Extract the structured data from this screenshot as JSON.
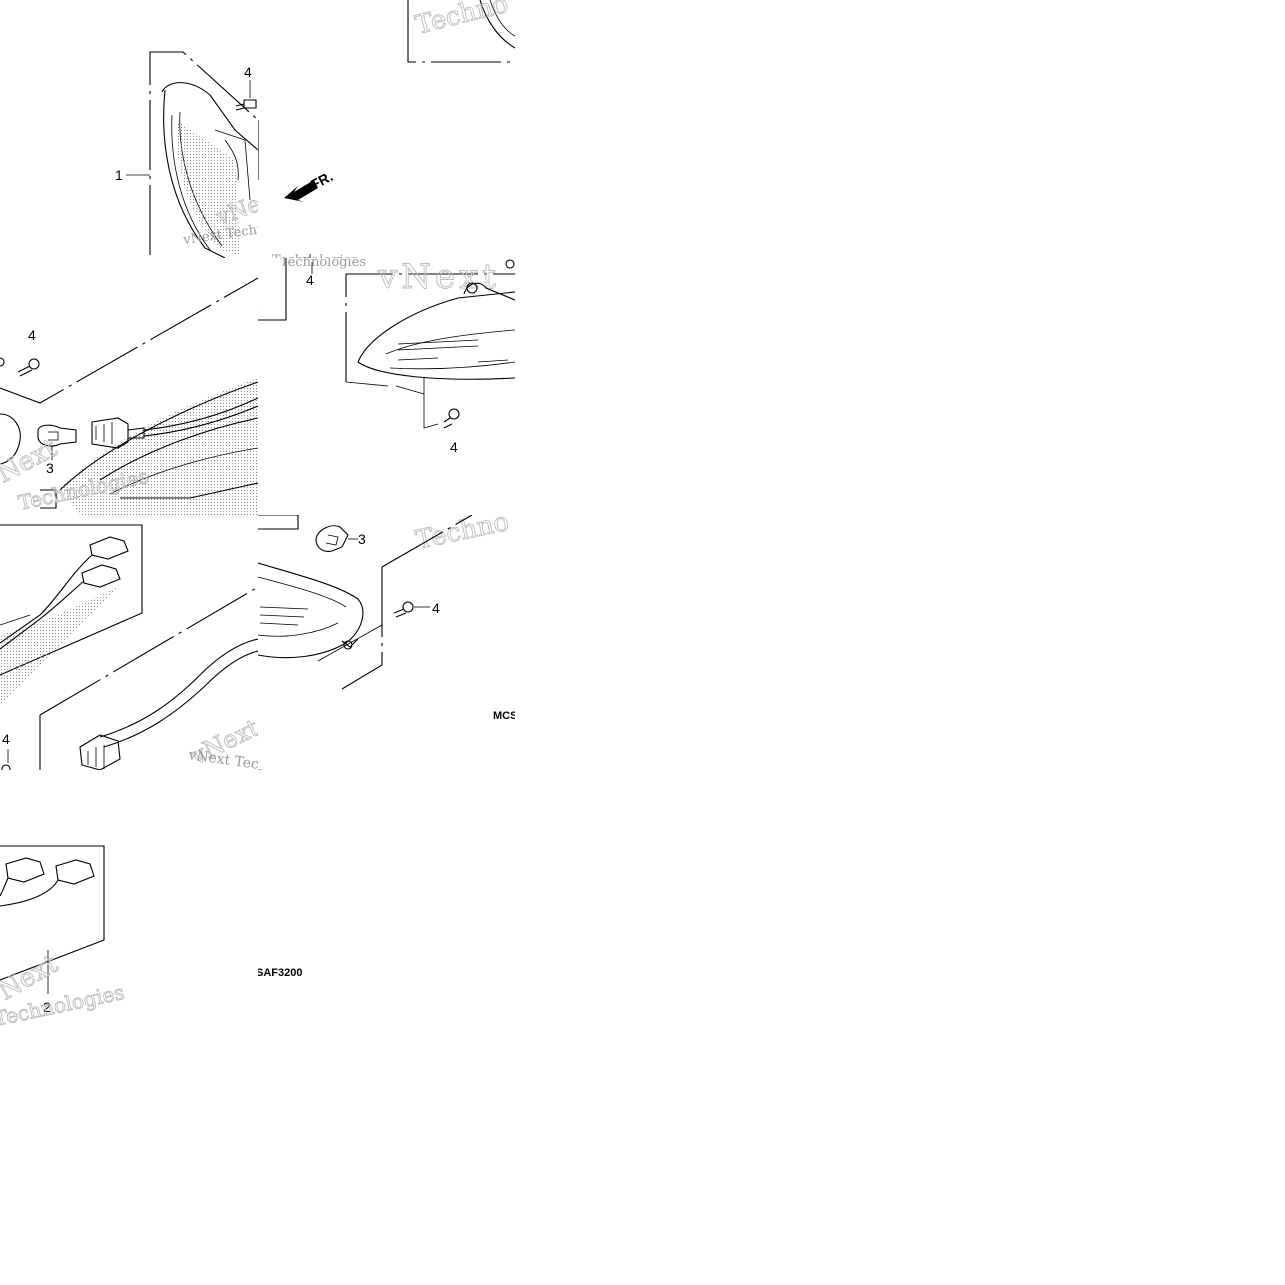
{
  "callouts": {
    "one": "1",
    "two": "2",
    "three": "3",
    "four": "4"
  },
  "direction_mark": "FR.",
  "watermark": {
    "brand": "vNext Technologies",
    "short": "Techno",
    "word": "Technologies",
    "partial": "vNext"
  },
  "diagram_codes": {
    "left_code": "SAF3200",
    "right_code": "MCS"
  },
  "colors": {
    "line": "#000000",
    "watermark": "#bdbdbd",
    "hatch": "#8a8a8a"
  }
}
